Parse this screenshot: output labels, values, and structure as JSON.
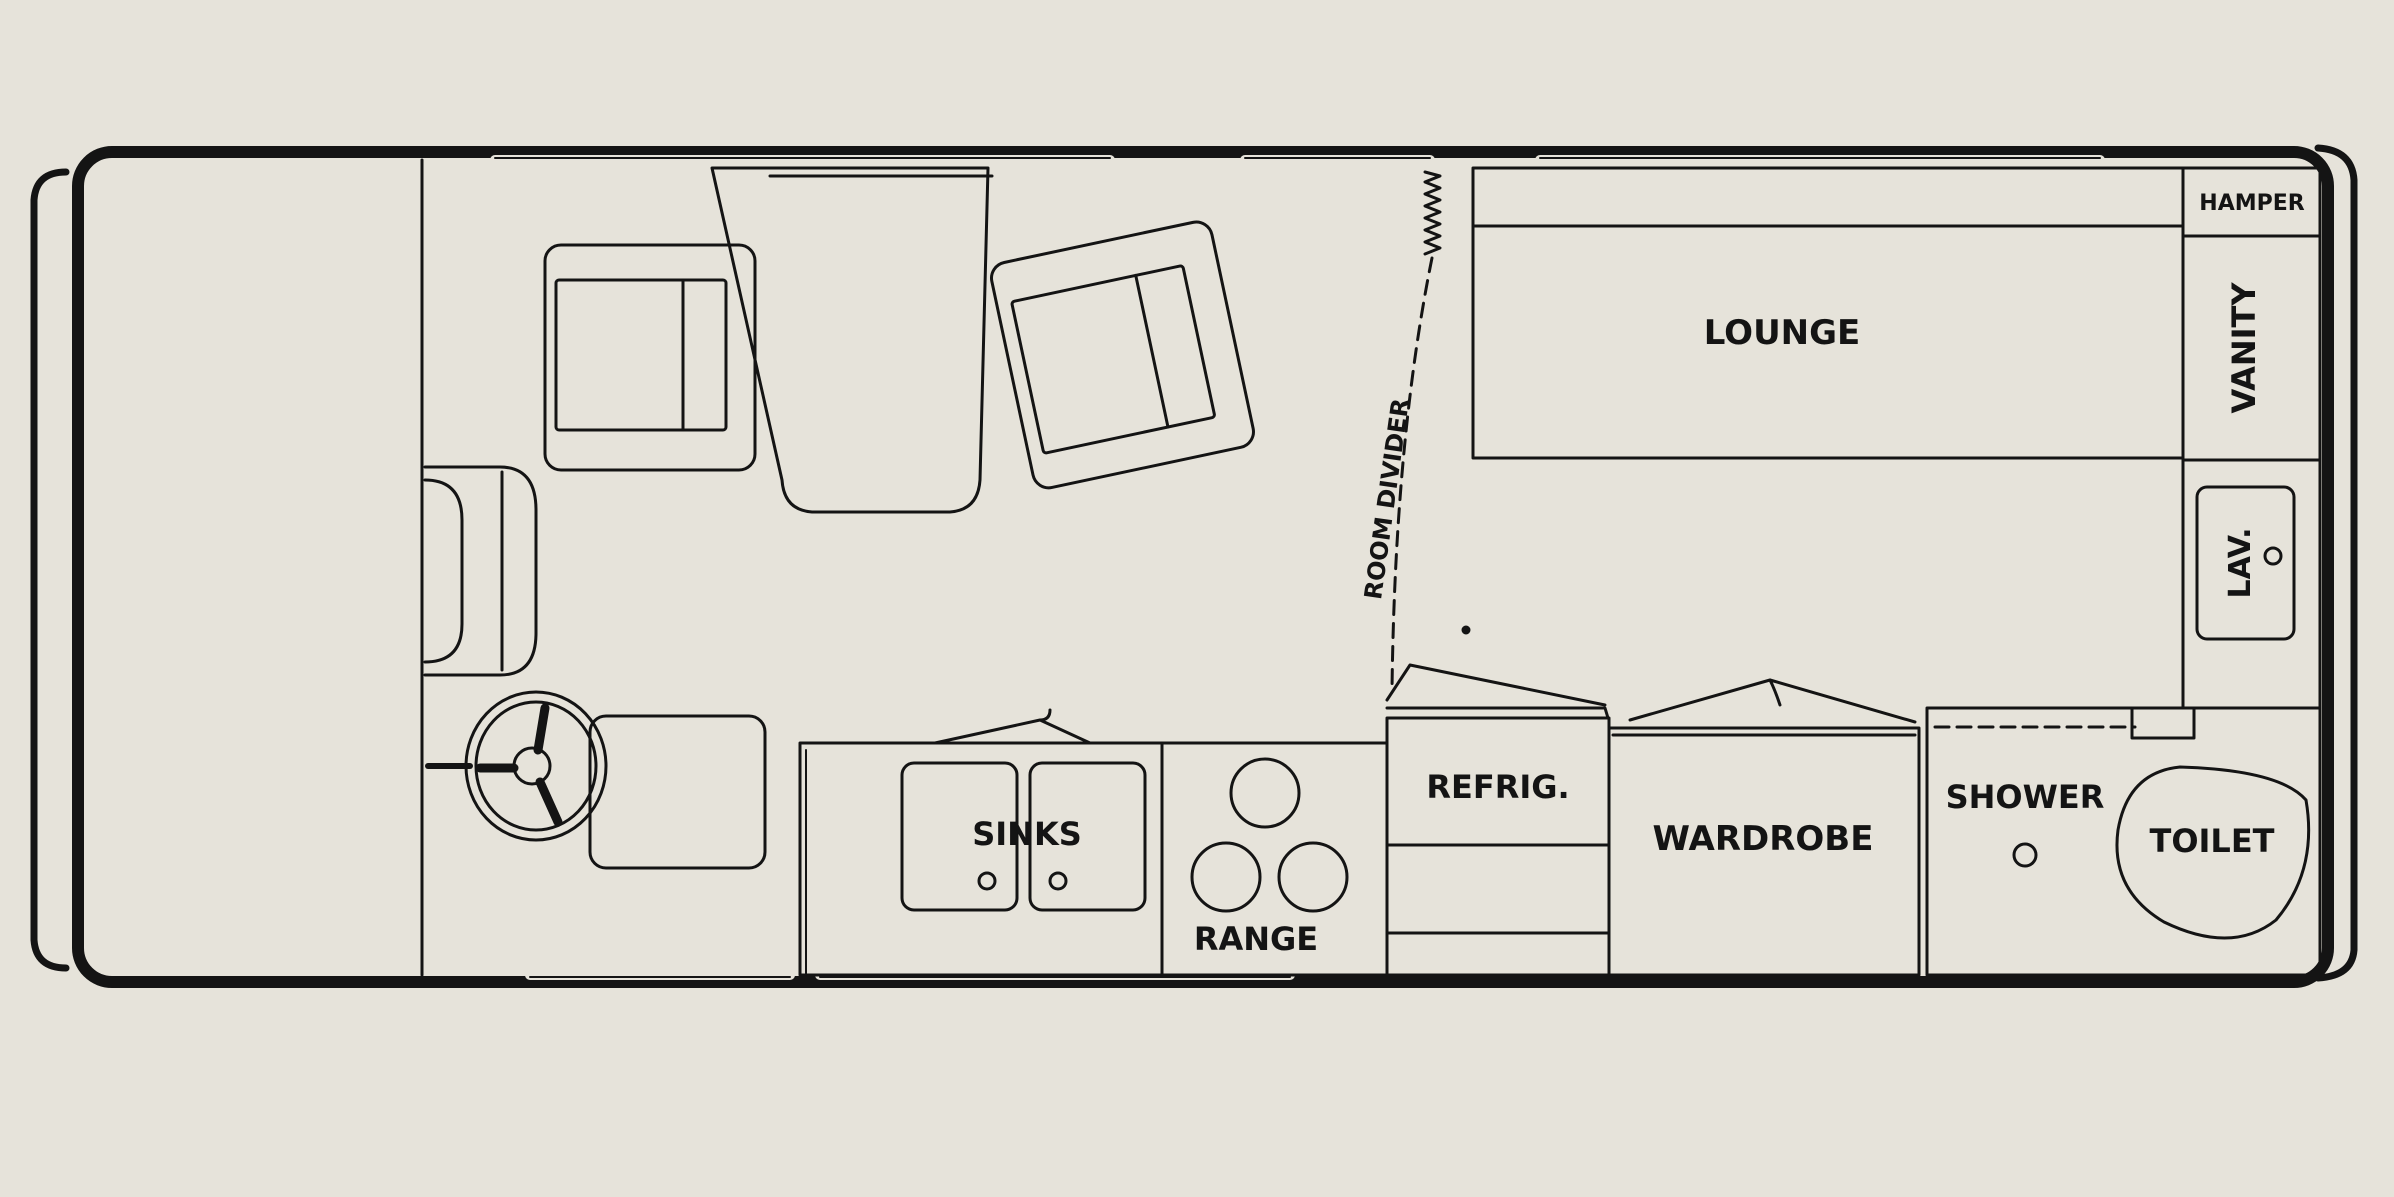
{
  "colors": {
    "paper": "#e6e3da",
    "ink": "#141414"
  },
  "labels": {
    "hamper": "HAMPER",
    "vanity": "VANITY",
    "lounge": "LOUNGE",
    "room_divider": "ROOM DIVIDER",
    "lav": "LAV.",
    "refrig": "REFRIG.",
    "sinks": "SINKS",
    "range": "RANGE",
    "wardrobe": "WARDROBE",
    "shower": "SHOWER",
    "toilet": "TOILET"
  }
}
